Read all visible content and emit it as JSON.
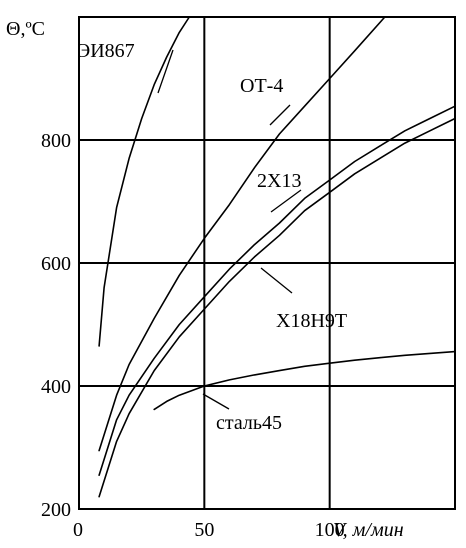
{
  "chart_data": {
    "type": "line",
    "title": "",
    "ylabel": "Θ,ºC",
    "xlabel_var": "V",
    "xlabel_unit": ", м/мин",
    "xlim": [
      0,
      150
    ],
    "ylim": [
      200,
      1000
    ],
    "x_ticks": [
      0,
      50,
      100
    ],
    "y_ticks": [
      200,
      400,
      600,
      800
    ],
    "grid": true,
    "series": [
      {
        "name": "ЭИ867",
        "x": [
          8,
          10,
          15,
          20,
          25,
          30,
          35,
          40,
          44
        ],
        "y": [
          465,
          560,
          690,
          770,
          835,
          890,
          935,
          975,
          1000
        ]
      },
      {
        "name": "ОТ-4",
        "x": [
          8,
          15,
          20,
          30,
          40,
          50,
          60,
          70,
          80,
          90,
          100,
          110,
          122
        ],
        "y": [
          295,
          385,
          435,
          510,
          580,
          640,
          695,
          755,
          810,
          855,
          900,
          945,
          1000
        ]
      },
      {
        "name": "2Х13",
        "x": [
          8,
          15,
          20,
          30,
          40,
          50,
          60,
          70,
          80,
          90,
          100,
          110,
          120,
          130,
          140,
          150
        ],
        "y": [
          255,
          345,
          385,
          445,
          500,
          545,
          590,
          630,
          665,
          705,
          735,
          765,
          790,
          815,
          835,
          855
        ]
      },
      {
        "name": "Х18Н9Т",
        "x": [
          8,
          15,
          20,
          30,
          40,
          50,
          60,
          70,
          80,
          90,
          100,
          110,
          120,
          130,
          140,
          150
        ],
        "y": [
          220,
          310,
          355,
          425,
          480,
          525,
          570,
          610,
          645,
          685,
          715,
          745,
          770,
          795,
          815,
          835
        ]
      },
      {
        "name": "сталь45",
        "x": [
          30,
          35,
          40,
          50,
          60,
          70,
          80,
          90,
          100,
          110,
          120,
          130,
          140,
          150
        ],
        "y": [
          362,
          375,
          385,
          400,
          410,
          418,
          425,
          432,
          437,
          442,
          446,
          450,
          453,
          456
        ]
      }
    ]
  }
}
